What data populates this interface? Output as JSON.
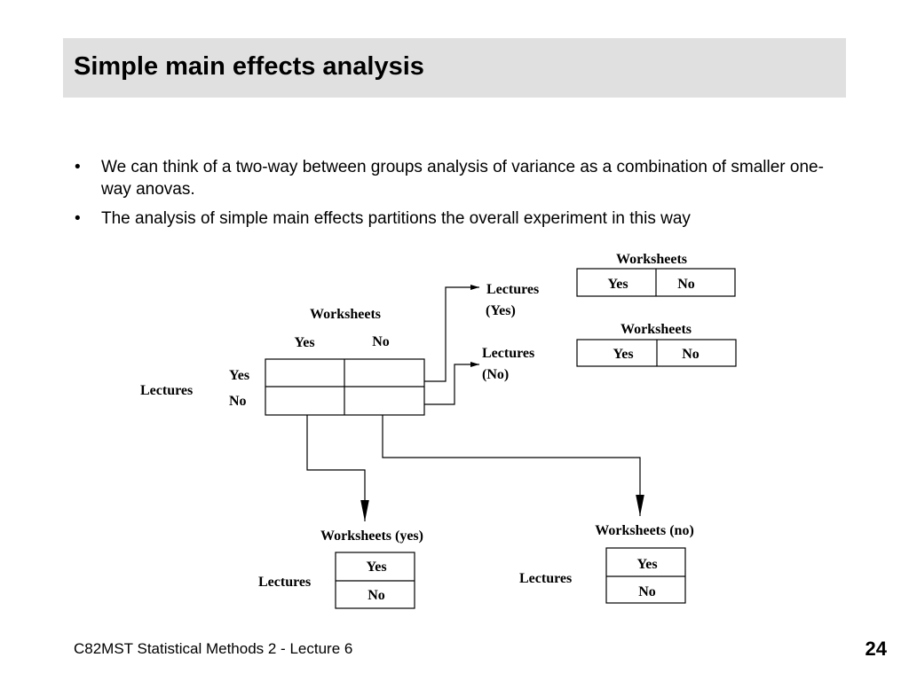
{
  "slide": {
    "title": "Simple main effects analysis",
    "bullets": [
      "We can think of a two-way between groups analysis of variance as a combination of smaller one-way anovas.",
      "The analysis of simple main effects partitions the overall experiment in this way"
    ],
    "bullet_symbol": "•",
    "footer": "C82MST Statistical Methods 2 - Lecture 6",
    "page_number": "24"
  },
  "diagram": {
    "main_table": {
      "column_header": "Worksheets",
      "col_yes": "Yes",
      "col_no": "No",
      "row_header": "Lectures",
      "row_yes": "Yes",
      "row_no": "No"
    },
    "lectures_yes": {
      "label_line1": "Lectures",
      "label_line2": "(Yes)",
      "header": "Worksheets",
      "col_yes": "Yes",
      "col_no": "No"
    },
    "lectures_no": {
      "label_line1": "Lectures",
      "label_line2": "(No)",
      "header": "Worksheets",
      "col_yes": "Yes",
      "col_no": "No"
    },
    "worksheets_yes": {
      "header": "Worksheets (yes)",
      "row_label": "Lectures",
      "row_yes": "Yes",
      "row_no": "No"
    },
    "worksheets_no": {
      "header": "Worksheets (no)",
      "row_label": "Lectures",
      "row_yes": "Yes",
      "row_no": "No"
    }
  }
}
